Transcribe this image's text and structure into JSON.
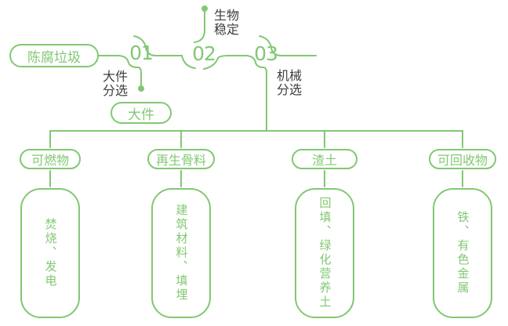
{
  "colors": {
    "line_green": "#82c873",
    "label_dark": "#3d3d3d",
    "background": "#ffffff"
  },
  "source": {
    "label": "陈腐垃圾"
  },
  "steps": [
    {
      "number": "01",
      "label": "大件分选",
      "output": "大件"
    },
    {
      "number": "02",
      "label": "生物稳定"
    },
    {
      "number": "03",
      "label": "机械分选"
    }
  ],
  "branches": [
    {
      "category": "可燃物",
      "disposal": "焚烧、发电"
    },
    {
      "category": "再生骨料",
      "disposal": "建筑材料、填埋"
    },
    {
      "category": "渣土",
      "disposal": "回填、绿化营养土"
    },
    {
      "category": "可回收物",
      "disposal": "铁、有色金属"
    }
  ]
}
